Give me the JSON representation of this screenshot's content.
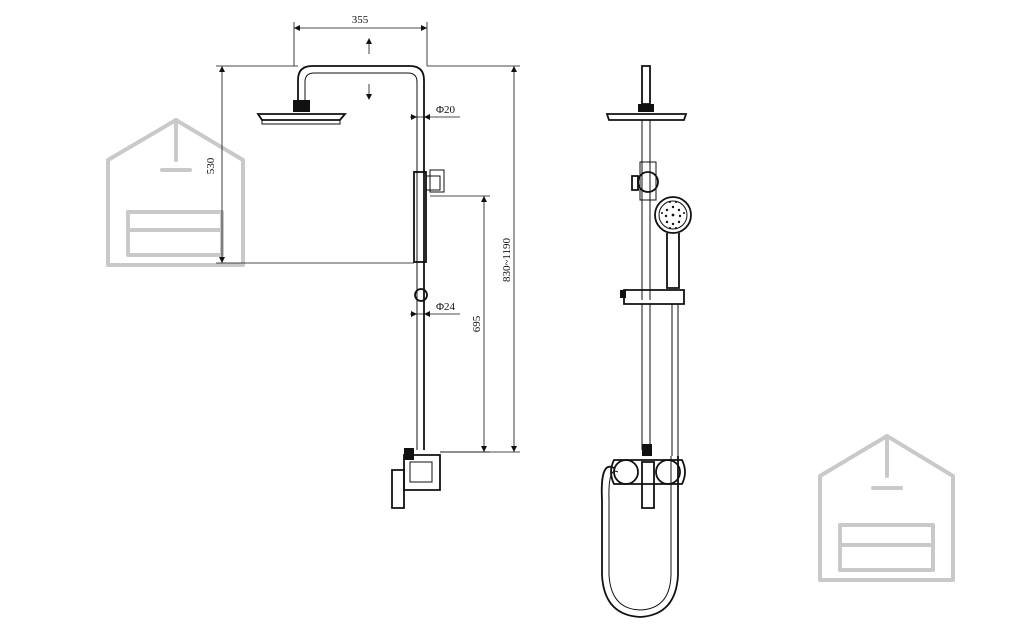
{
  "dimensions": {
    "width_top": "355",
    "height_left": "530",
    "pipe_dia_upper": "Φ20",
    "pipe_dia_lower": "Φ24",
    "slide_length": "695",
    "total_height": "830~1190"
  },
  "icons": {
    "watermark": "house-sofa-logo-icon",
    "arrow_up": "arrow-up-icon",
    "arrow_down": "arrow-down-icon"
  },
  "colors": {
    "line": "#111111",
    "watermark": "#c9c9c9"
  }
}
